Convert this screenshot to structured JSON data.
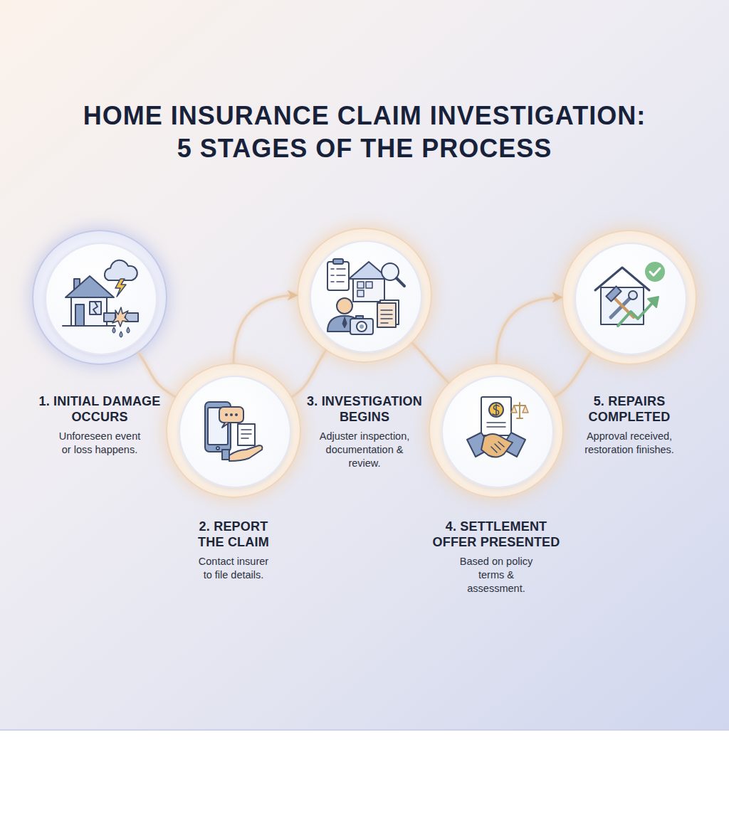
{
  "diagram": {
    "title": "HOME INSURANCE CLAIM INVESTIGATION: 5 STAGES OF THE PROCESS",
    "nodes": [
      {
        "text": [
          "1. INITIAL DAMAGE OCCURS",
          "Unforeseen event or loss happens."
        ]
      },
      {
        "text": [
          "2. REPORT THE CLAIM",
          "Contact insurer to file details."
        ]
      },
      {
        "text": [
          "3. INVESTIGATION BEGINS",
          "Adjuster inspection, documentation & review."
        ]
      },
      {
        "text": [
          "4. SETTLEMENT OFFER PRESENTED",
          "Based on policy terms & assessment."
        ]
      },
      {
        "text": [
          "5. REPAIRS COMPLETED",
          "Approval received, restoration finishes."
        ]
      }
    ],
    "edges": [
      {
        "from": 0,
        "to": 1,
        "arrow": "none"
      },
      {
        "from": 1,
        "to": 2,
        "arrow": "to"
      },
      {
        "from": 1,
        "to": 2,
        "arrow": "none"
      },
      {
        "from": 2,
        "to": 3,
        "arrow": "none"
      },
      {
        "from": 3,
        "to": 4,
        "arrow": "to"
      },
      {
        "from": 3,
        "to": 4,
        "arrow": "none"
      }
    ]
  }
}
